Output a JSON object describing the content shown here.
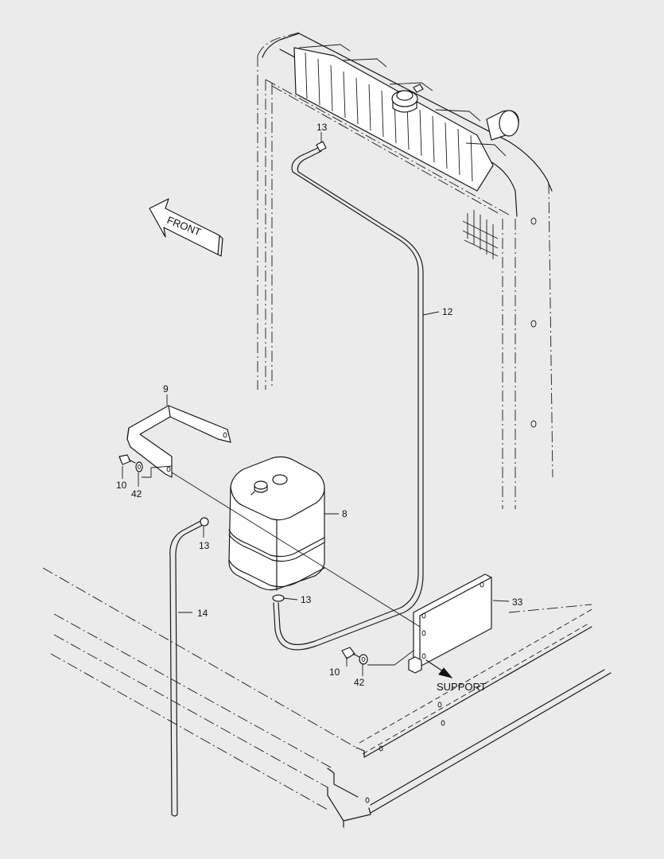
{
  "callouts": {
    "c8": "8",
    "c9": "9",
    "c10a": "10",
    "c10b": "10",
    "c12": "12",
    "c13a": "13",
    "c13b": "13",
    "c13c": "13",
    "c14": "14",
    "c33": "33",
    "c42a": "42",
    "c42b": "42"
  },
  "arrow_text": "FRONT",
  "support_text": "SUPPORT",
  "colors": {
    "background": "#ebebeb",
    "line": "#1a1a1a",
    "part_fill": "#ffffff"
  }
}
